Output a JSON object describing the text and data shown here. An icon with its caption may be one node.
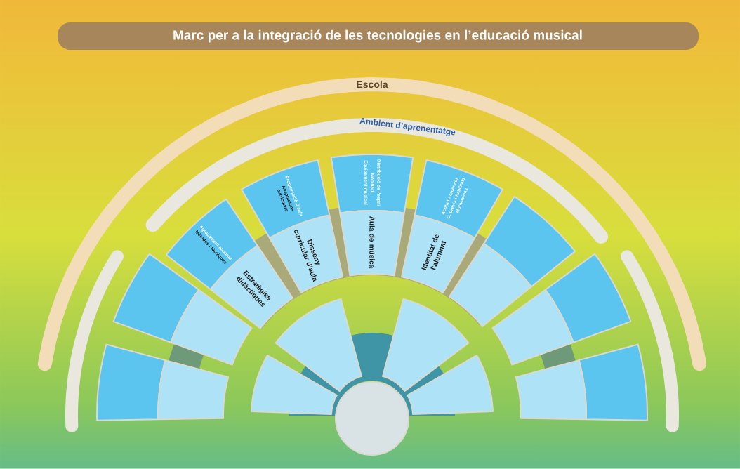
{
  "diagram": {
    "title": "Marc per a la integració de les tecnologies en l’educació musical",
    "nodes": [
      {
        "text": [
          "Escola"
        ]
      },
      {
        "text": [
          "Ambient d’aprenentatge"
        ]
      },
      {
        "text": [],
        "shape": "band"
      },
      {
        "text": [],
        "shape": "band"
      },
      {
        "text": [
          "Agrupament alumnat",
          "Mètodes i tècniques"
        ]
      },
      {
        "text": [
          "Estratègies didàctiques"
        ]
      },
      {
        "text": [
          "Programació d’aula",
          "Adaptacions curriculars"
        ]
      },
      {
        "text": [
          "Disseny curricular d’aula"
        ]
      },
      {
        "text": [
          "Distribució de l’espai",
          "Mobiliari",
          "Equipament musical"
        ]
      },
      {
        "text": [
          "Aula de música"
        ]
      },
      {
        "text": [
          "Actitud i creences",
          "C. previs i habilitats",
          "Motivacions"
        ]
      },
      {
        "text": [
          "Identitat de l’alumnat"
        ]
      },
      {
        "text": [],
        "shape": "box"
      },
      {
        "text": [],
        "shape": "box"
      },
      {
        "text": [],
        "shape": "box"
      },
      {
        "text": [],
        "shape": "box"
      },
      {
        "text": [],
        "shape": "box"
      },
      {
        "text": [],
        "shape": "box"
      },
      {
        "text": [],
        "shape": "box"
      },
      {
        "text": [],
        "shape": "box"
      },
      {
        "text": [],
        "shape": "box"
      },
      {
        "text": [],
        "shape": "box"
      },
      {
        "text": [],
        "shape": "box"
      },
      {
        "text": [],
        "shape": "box"
      },
      {
        "text": [],
        "shape": "box"
      },
      {
        "text": [],
        "shape": "box"
      },
      {
        "text": [],
        "shape": "circle"
      }
    ]
  }
}
